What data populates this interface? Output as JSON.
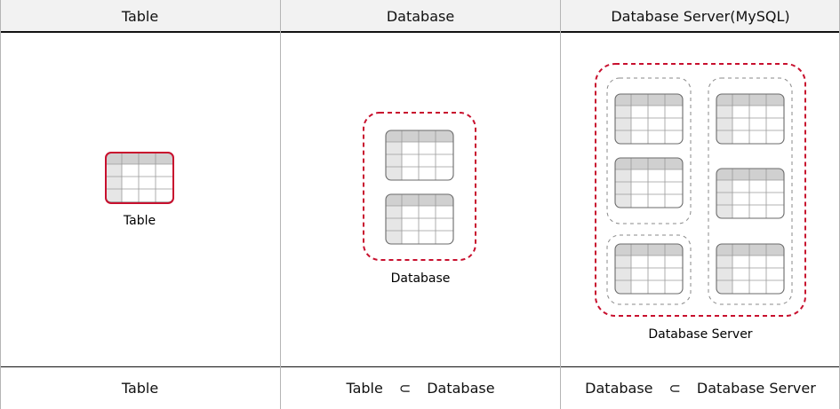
{
  "header": {
    "col1": "Table",
    "col2": "Database",
    "col3": "Database Server(MySQL)"
  },
  "diagram": {
    "table_caption": "Table",
    "database_caption": "Database",
    "server_caption": "Database Server",
    "colors": {
      "highlight": "#c8102e",
      "group_border": "#8a8a8a",
      "table_header": "#d0d0d0",
      "table_side": "#e6e6e6",
      "table_border": "#6a6a6a"
    }
  },
  "footer": {
    "col1": "Table",
    "col2_left": "Table",
    "col2_symbol": "⊂",
    "col2_right": "Database",
    "col3_left": "Database",
    "col3_symbol": "⊂",
    "col3_right": "Database Server"
  }
}
